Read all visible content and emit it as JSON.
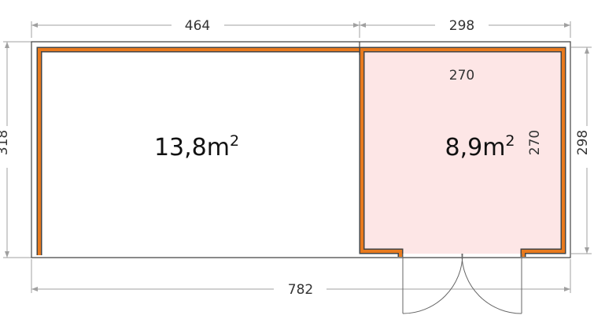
{
  "plan": {
    "rooms": [
      {
        "id": "left",
        "area_value": "13,8m",
        "area_exp": "2"
      },
      {
        "id": "right",
        "area_value": "8,9m",
        "area_exp": "2"
      }
    ],
    "dimensions": {
      "top_left_width": "464",
      "top_right_width": "298",
      "inner_right_width": "270",
      "inner_right_height": "270",
      "left_height": "318",
      "right_height": "298",
      "bottom_total_width": "782"
    },
    "colors": {
      "wall_orange": "#e87a1e",
      "wall_outline": "#333333",
      "room_fill_right": "#fde6e6",
      "dimension_line": "#999999"
    }
  }
}
